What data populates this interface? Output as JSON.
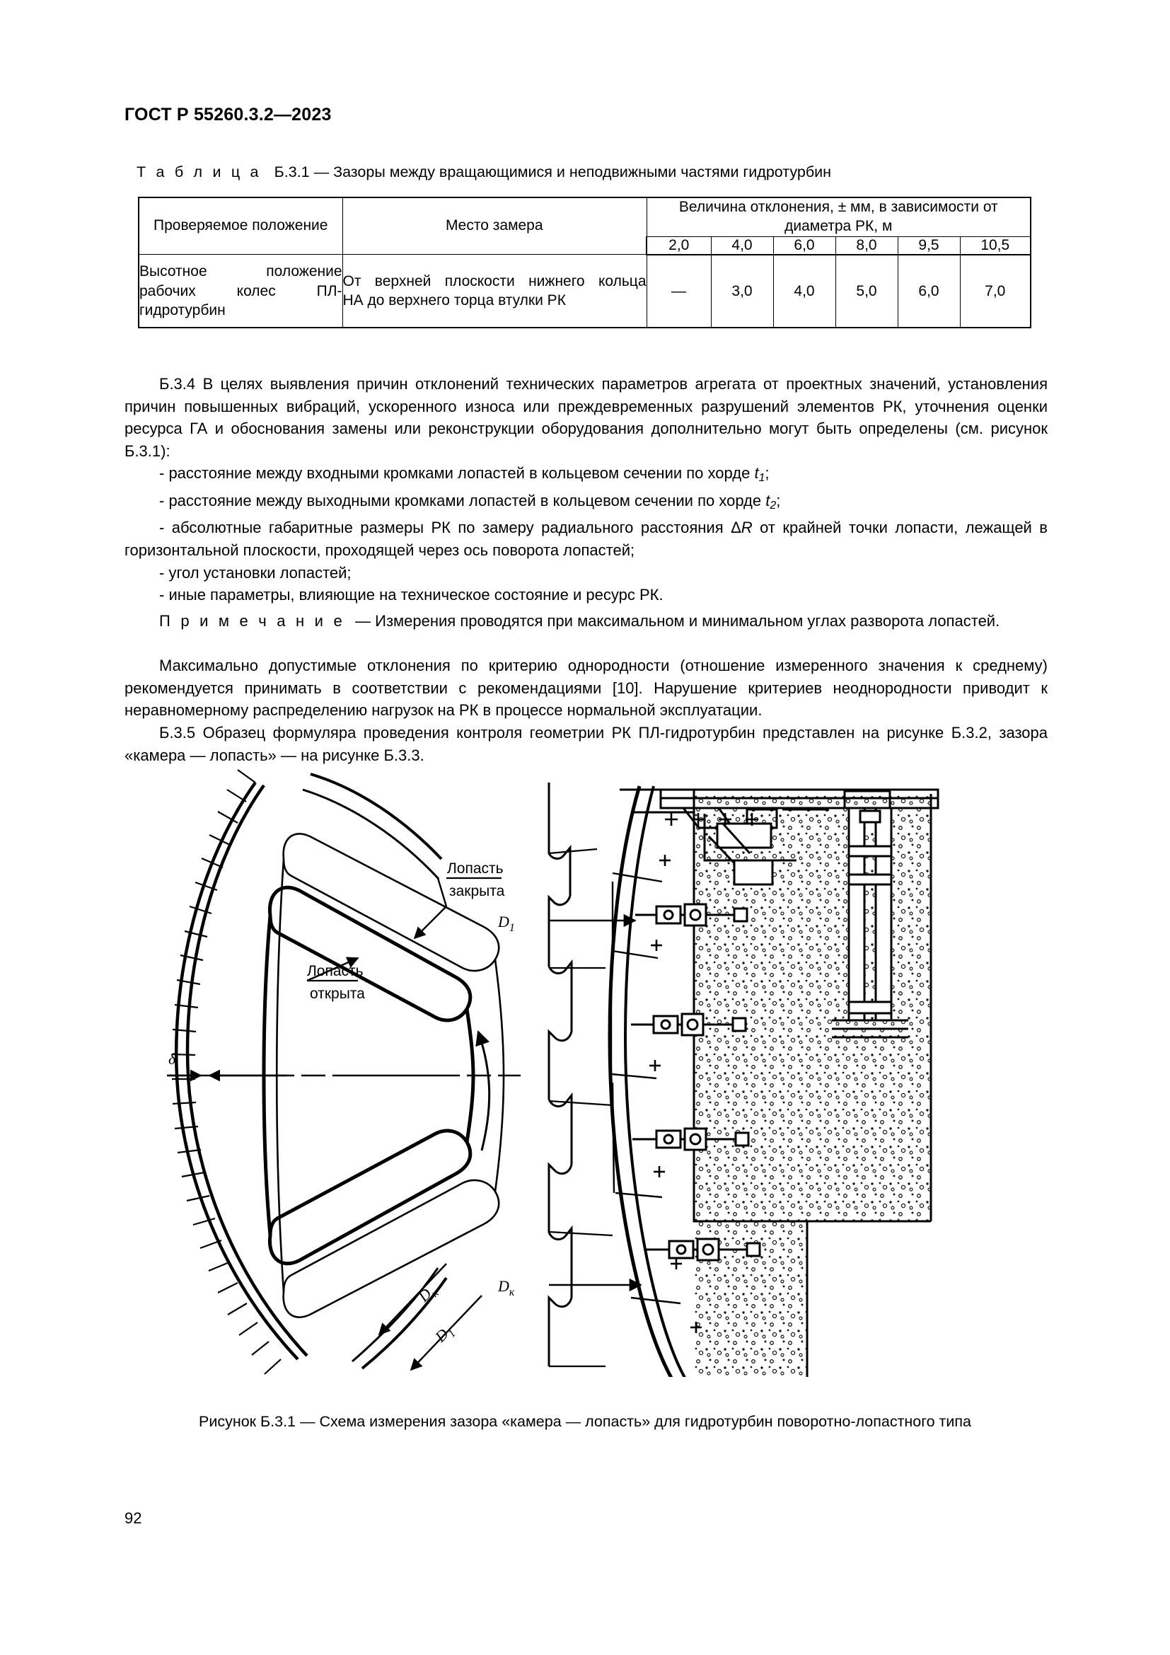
{
  "document": {
    "standard_header": "ГОСТ Р 55260.3.2—2023",
    "page_number": "92"
  },
  "table": {
    "caption_label": "Т а б л и ц а",
    "caption_number": "Б.3.1",
    "caption_dash": "—",
    "caption_title": "Зазоры между вращающимися и неподвижными частями гидротурбин",
    "headers": {
      "col1": "Проверяемое положение",
      "col2": "Место замера",
      "group": "Величина отклонения, ± мм, в зависимости от диаметра РК, м"
    },
    "diameter_columns": [
      "2,0",
      "4,0",
      "6,0",
      "8,0",
      "9,5",
      "10,5"
    ],
    "rows": [
      {
        "position": "Высотное положение рабочих колес ПЛ-гидротурбин",
        "position_line1": "Высотное положение",
        "position_line2": "рабочих колес ПЛ-",
        "position_line3": "гидротурбин",
        "place_line1": "От верхней плоскости нижнего кольца",
        "place_line2": "НА до верхнего торца втулки РК",
        "values": [
          "—",
          "3,0",
          "4,0",
          "5,0",
          "6,0",
          "7,0"
        ]
      }
    ]
  },
  "paragraphs": {
    "b34_number": "Б.3.4",
    "b34_text": "В целях выявления причин отклонений технических параметров агрегата от проектных значений, установления причин повышенных вибраций, ускоренного износа или преждевременных разрушений элементов РК, уточнения оценки ресурса ГА и обоснования замены или реконструкции оборудования дополнительно могут быть определены (см. рисунок Б.3.1):",
    "bullets": [
      "- расстояние между входными кромками лопастей в кольцевом сечении по хорде t1;",
      "- расстояние между выходными кромками лопастей в кольцевом сечении по хорде t2;",
      "- абсолютные габаритные размеры РК по замеру радиального расстояния ΔR от крайней точки лопасти, лежащей в горизонтальной плоскости, проходящей через ось поворота лопастей;",
      "- угол установки лопастей;",
      "- иные параметры, влияющие на техническое состояние и ресурс РК."
    ],
    "note_label": "П р и м е ч а н и е",
    "note_dash": "—",
    "note_text": "Измерения проводятся при максимальном и минимальном углах разворота лопастей.",
    "max_dev_text": "Максимально допустимые отклонения по критерию однородности (отношение измеренного значения к среднему) рекомендуется принимать в соответствии с рекомендациями [10]. Нарушение критериев неоднородности приводит к неравномерному распределению нагрузок на РК в процессе нормальной эксплуатации.",
    "b35_number": "Б.3.5",
    "b35_text": "Образец формуляра проведения контроля геометрии РК ПЛ-гидротурбин представлен на рисунке Б.3.2, зазора «камера — лопасть» — на рисунке Б.3.3."
  },
  "figure": {
    "caption": "Рисунок Б.3.1 — Схема измерения зазора «камера — лопасть» для гидротурбин поворотно-лопастного типа",
    "labels": {
      "blade_closed_line1": "Лопасть",
      "blade_closed_line2": "закрыта",
      "blade_open_line1": "Лопасть",
      "blade_open_line2": "открыта",
      "delta": "δ",
      "dk_left": "Dк",
      "d1_left": "D1",
      "d1_right": "D1",
      "dk_right": "Dк"
    }
  },
  "colors": {
    "ink": "#000000",
    "paper": "#ffffff"
  }
}
